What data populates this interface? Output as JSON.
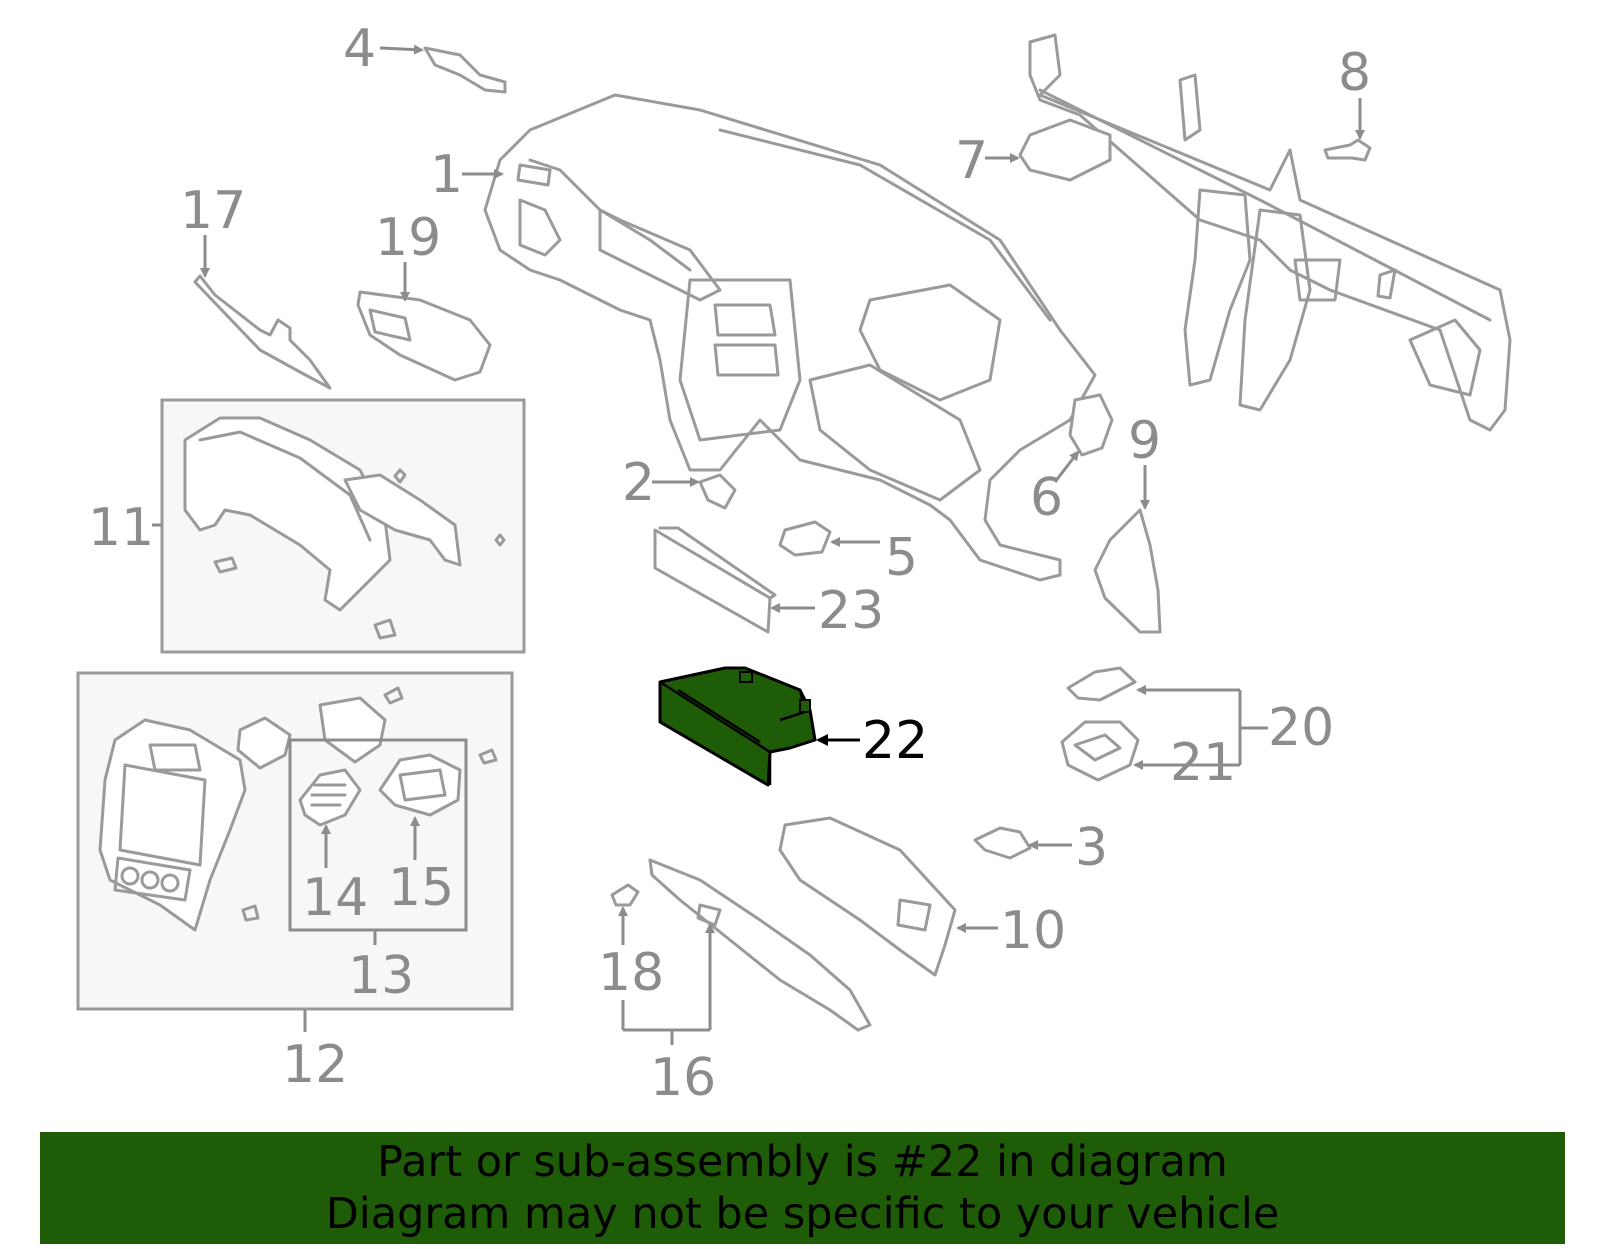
{
  "diagram": {
    "highlighted_part": "22",
    "callouts": [
      "1",
      "2",
      "3",
      "4",
      "5",
      "6",
      "7",
      "8",
      "9",
      "10",
      "11",
      "12",
      "13",
      "14",
      "15",
      "16",
      "17",
      "18",
      "19",
      "20",
      "21",
      "22",
      "23"
    ]
  },
  "footer": {
    "line1": "Part or sub-assembly is #22 in diagram",
    "line2": "Diagram may not be specific to your vehicle"
  },
  "colors": {
    "highlight": "#1e5c08",
    "outline": "#9a9a9a",
    "footer_bg": "#1e5c08"
  }
}
